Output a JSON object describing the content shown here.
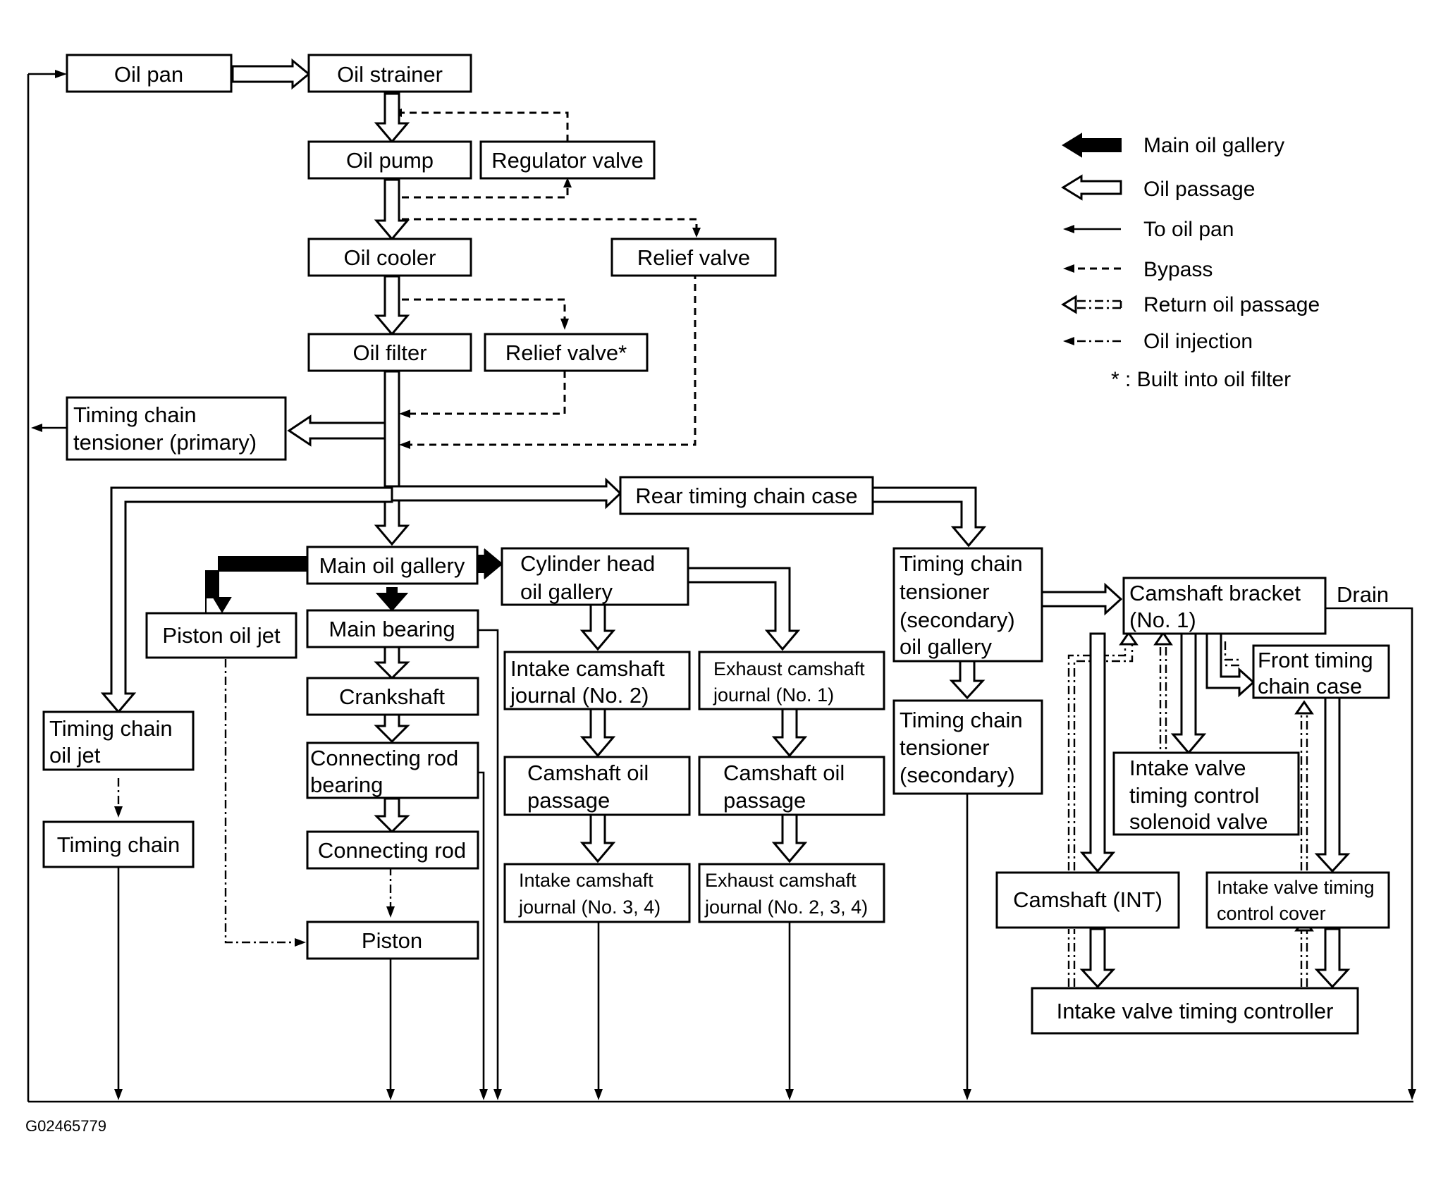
{
  "figure_code": "G02465779",
  "boxes": {
    "oil_pan": "Oil pan",
    "oil_strainer": "Oil strainer",
    "oil_pump": "Oil pump",
    "regulator_valve": "Regulator valve",
    "oil_cooler": "Oil cooler",
    "relief_valve": "Relief valve",
    "oil_filter": "Oil filter",
    "relief_valve_filter": "Relief valve*",
    "tensioner_primary_l1": "Timing chain",
    "tensioner_primary_l2": "tensioner (primary)",
    "rear_timing_chain_case": "Rear timing chain case",
    "main_oil_gallery": "Main oil gallery",
    "cyl_head_l1": "Cylinder head",
    "cyl_head_l2": "oil gallery",
    "tens_sec_gallery_l1": "Timing chain",
    "tens_sec_gallery_l2": "tensioner",
    "tens_sec_gallery_l3": "(secondary)",
    "tens_sec_gallery_l4": "oil gallery",
    "piston_oil_jet": "Piston oil jet",
    "main_bearing": "Main bearing",
    "crankshaft": "Crankshaft",
    "conrod_bearing_l1": "Connecting rod",
    "conrod_bearing_l2": "bearing",
    "connecting_rod": "Connecting rod",
    "piston": "Piston",
    "timing_chain_oil_jet_l1": "Timing chain",
    "timing_chain_oil_jet_l2": "oil jet",
    "timing_chain": "Timing chain",
    "intake_cam_journal2_l1": "Intake camshaft",
    "intake_cam_journal2_l2": "journal (No. 2)",
    "exhaust_cam_journal1_l1": "Exhaust camshaft",
    "exhaust_cam_journal1_l2": "journal (No. 1)",
    "cam_oil_passage_a_l1": "Camshaft oil",
    "cam_oil_passage_a_l2": "passage",
    "cam_oil_passage_b_l1": "Camshaft oil",
    "cam_oil_passage_b_l2": "passage",
    "intake_cam_journal34_l1": "Intake camshaft",
    "intake_cam_journal34_l2": "journal (No. 3, 4)",
    "exhaust_cam_journal234_l1": "Exhaust camshaft",
    "exhaust_cam_journal234_l2": "journal (No. 2, 3, 4)",
    "tens_sec_l1": "Timing chain",
    "tens_sec_l2": "tensioner",
    "tens_sec_l3": "(secondary)",
    "cam_bracket_l1": "Camshaft bracket",
    "cam_bracket_l2": "(No. 1)",
    "drain": "Drain",
    "front_case_l1": "Front timing",
    "front_case_l2": "chain case",
    "ivt_solenoid_l1": "Intake valve",
    "ivt_solenoid_l2": "timing control",
    "ivt_solenoid_l3": "solenoid valve",
    "camshaft_int": "Camshaft (INT)",
    "ivt_cover_l1": "Intake valve timing",
    "ivt_cover_l2": "control cover",
    "ivt_controller": "Intake valve timing controller"
  },
  "legend": {
    "main_oil_gallery": "Main oil gallery",
    "oil_passage": "Oil passage",
    "to_oil_pan": "To oil pan",
    "bypass": "Bypass",
    "return_oil_passage": "Return oil passage",
    "oil_injection": "Oil injection",
    "built_into_filter": "* : Built into oil filter"
  }
}
